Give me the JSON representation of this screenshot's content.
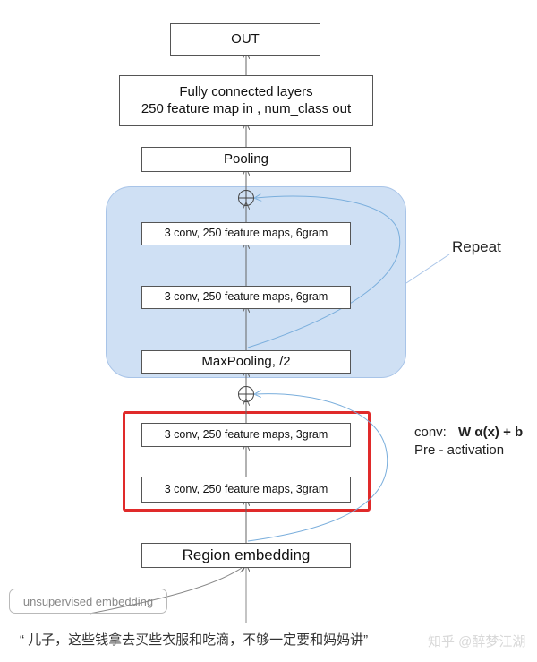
{
  "nodes": {
    "out": "OUT",
    "fc_line1": "Fully connected layers",
    "fc_line2": "250 feature map in , num_class out",
    "pooling": "Pooling",
    "repeat_conv_top": "3 conv, 250 feature maps, 6gram",
    "repeat_conv_bottom": "3 conv, 250 feature maps, 6gram",
    "maxpooling": "MaxPooling, /2",
    "conv3_top": "3 conv, 250 feature maps, 3gram",
    "conv3_bottom": "3 conv, 250 feature maps, 3gram",
    "region_embedding": "Region embedding",
    "unsupervised": "unsupervised embedding"
  },
  "annotations": {
    "repeat": "Repeat",
    "conv_prefix": "conv:",
    "conv_formula_w": "W",
    "conv_formula_rest": " α(x) + b",
    "pre_activation": "Pre - activation"
  },
  "caption": {
    "text": "“ 儿子，这些钱拿去买些衣服和吃滴，不够一定要和妈妈讲”",
    "watermark": "知乎 @醉梦江湖"
  },
  "colors": {
    "repeat_fill": "#cfe0f4",
    "repeat_border": "#a8c4e8",
    "highlight_red": "#e02a2a",
    "skip_arrow_blue": "#7aaedc"
  }
}
